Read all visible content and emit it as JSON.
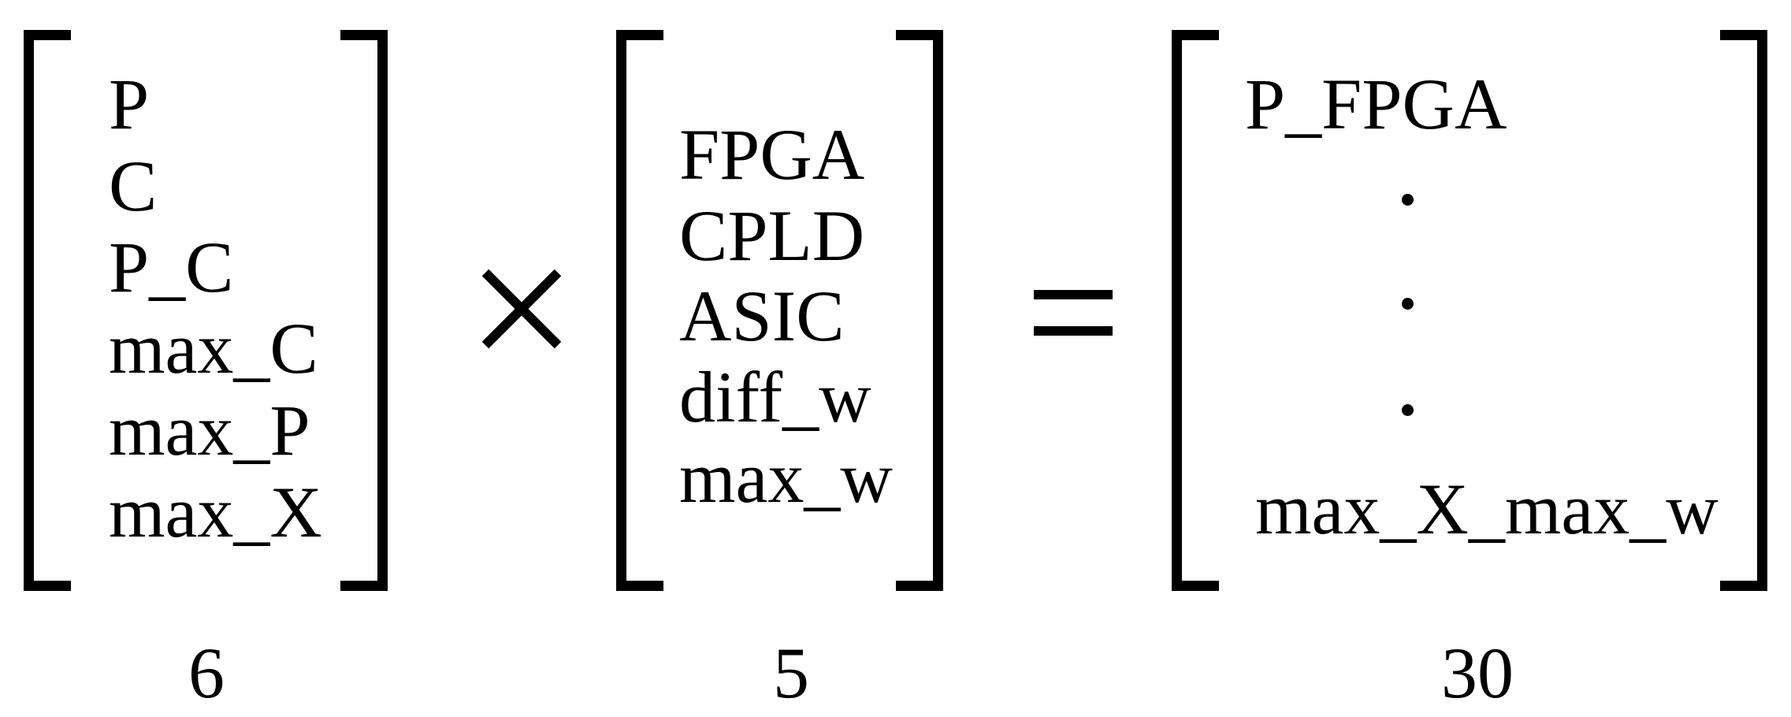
{
  "left_matrix": {
    "items": [
      "P",
      "C",
      "P_C",
      "max_C",
      "max_P",
      "max_X"
    ],
    "count": "6"
  },
  "operator_multiply": "×",
  "middle_matrix": {
    "items": [
      "FPGA",
      "CPLD",
      "ASIC",
      "diff_w",
      "max_w"
    ],
    "count": "5"
  },
  "operator_equals": "=",
  "result_matrix": {
    "first": "P_FPGA",
    "last": "max_X_max_w",
    "count": "30"
  }
}
